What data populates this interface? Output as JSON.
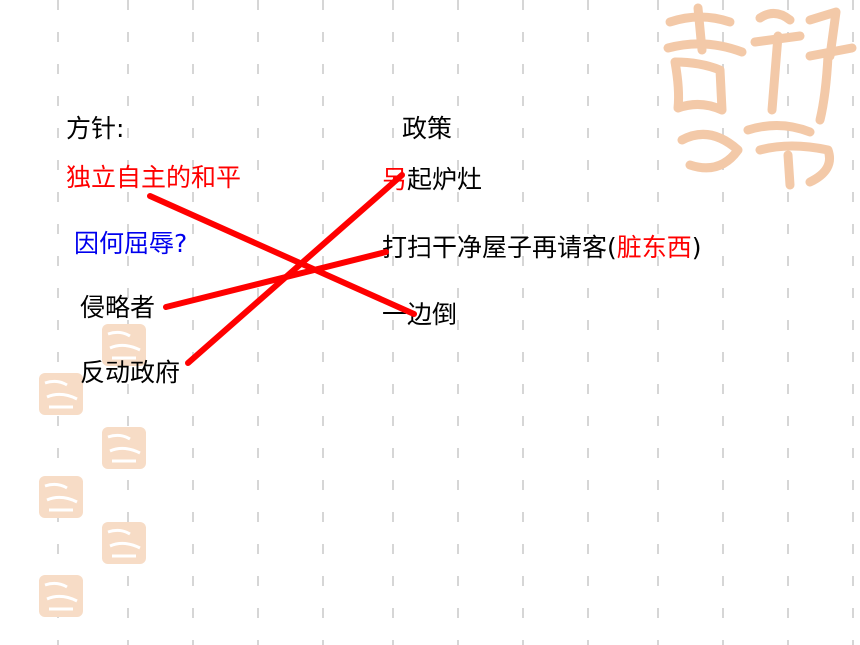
{
  "slide": {
    "header_left": "方针:",
    "header_right": "政策",
    "left_items": [
      {
        "text": "独立自主的和平",
        "color": "#ff0000"
      },
      {
        "text": "因何屈辱?",
        "color": "#0000ee"
      },
      {
        "text": "侵略者",
        "color": "#000000"
      },
      {
        "text": "反动政府",
        "color": "#000000"
      }
    ],
    "right_items": {
      "item1_prefix": "另",
      "item1_rest": "起炉灶",
      "item2_main": "打扫干净屋子再请客(",
      "item2_red": "脏东西",
      "item2_close": ")",
      "item3": "一边倒"
    },
    "accent_red": "#ff0000",
    "accent_blue": "#0000ee",
    "decoration_color": "#f3c9a8"
  }
}
